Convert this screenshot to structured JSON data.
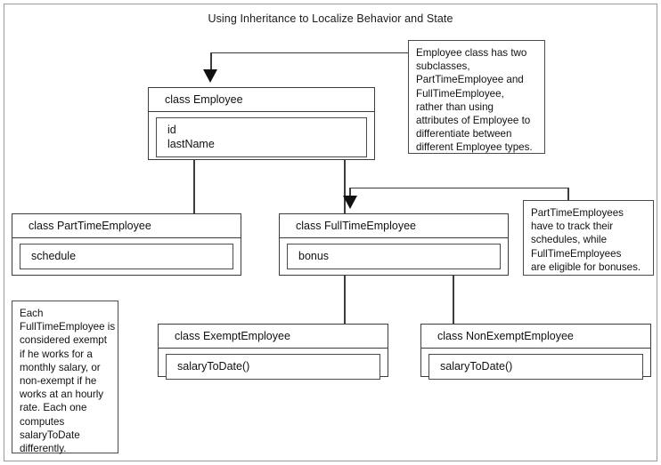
{
  "figure": {
    "title": "Using Inheritance to Localize Behavior and State"
  },
  "classes": {
    "employee": {
      "name": "class Employee",
      "members": [
        "id",
        "lastName"
      ]
    },
    "part_time": {
      "name": "class PartTimeEmployee",
      "members": [
        "schedule"
      ]
    },
    "full_time": {
      "name": "class FullTimeEmployee",
      "members": [
        "bonus"
      ]
    },
    "exempt": {
      "name": "class ExemptEmployee",
      "members": [
        "salaryToDate()"
      ]
    },
    "non_exempt": {
      "name": "class NonExemptEmployee",
      "members": [
        "salaryToDate()"
      ]
    }
  },
  "notes": {
    "employee_note": {
      "lines": [
        "Employee class has two",
        "subclasses,",
        "PartTimeEmployee and",
        "FullTimeEmployee,",
        "rather than using",
        "attributes of Employee to",
        "differentiate between",
        "different Employee types."
      ]
    },
    "subclass_note": {
      "lines": [
        "PartTimeEmployees",
        "have to track their",
        "schedules, while",
        "FullTimeEmployees",
        "are eligible for bonuses."
      ]
    },
    "exempt_note": {
      "lines": [
        "Each",
        "FullTimeEmployee is",
        "considered exempt",
        "if he works for a",
        "monthly salary, or",
        "non-exempt if he",
        "works at an hourly",
        "rate. Each one",
        "computes",
        "salaryToDate",
        "differently."
      ]
    }
  },
  "colors": {
    "line": "#3c3c3c",
    "text": "#111111",
    "background": "#ffffff",
    "frame": "#9a9a9a"
  }
}
